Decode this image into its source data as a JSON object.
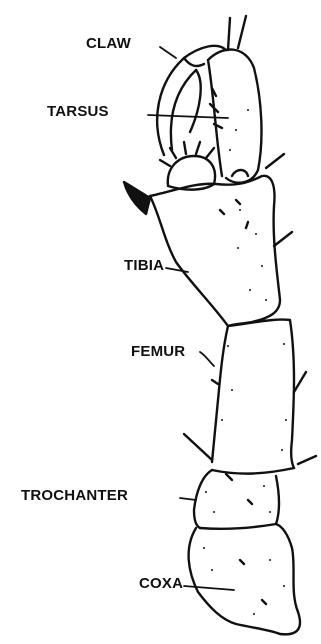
{
  "diagram": {
    "labels": {
      "claw": "CLAW",
      "tarsus": "TARSUS",
      "tibia": "TIBIA",
      "femur": "FEMUR",
      "trochanter": "TROCHANTER",
      "coxa": "COXA"
    },
    "colors": {
      "ink": "#111111",
      "background": "#ffffff"
    }
  }
}
